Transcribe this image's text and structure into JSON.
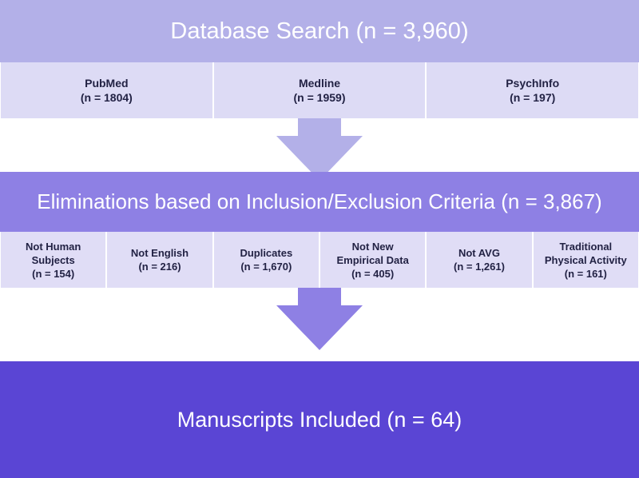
{
  "stage1": {
    "title": "Database Search (n = 3,960)",
    "sources": [
      {
        "name": "PubMed",
        "count": "(n = 1804)"
      },
      {
        "name": "Medline",
        "count": "(n = 1959)"
      },
      {
        "name": "PsychInfo",
        "count": "(n = 197)"
      }
    ]
  },
  "stage2": {
    "title": "Eliminations based on Inclusion/Exclusion Criteria (n = 3,867)",
    "criteria": [
      {
        "line1": "Not Human",
        "line2": "Subjects",
        "count": "(n = 154)"
      },
      {
        "line1": "Not English",
        "line2": "",
        "count": "(n = 216)"
      },
      {
        "line1": "Duplicates",
        "line2": "",
        "count": "(n = 1,670)"
      },
      {
        "line1": "Not New",
        "line2": "Empirical Data",
        "count": "(n = 405)"
      },
      {
        "line1": "Not AVG",
        "line2": "",
        "count": "(n = 1,261)"
      },
      {
        "line1": "Traditional",
        "line2": "Physical Activity",
        "count": "(n = 161)"
      }
    ]
  },
  "stage3": {
    "title": "Manuscripts Included (n = 64)"
  },
  "colors": {
    "stage1_band": "#b3b0e8",
    "stage1_cells": "#dddbf5",
    "stage2_band": "#8e80e4",
    "stage2_cells": "#e0ddf6",
    "stage3_band": "#5a45d4",
    "arrow1": "#b3b0e8",
    "arrow2": "#8e80e4"
  }
}
